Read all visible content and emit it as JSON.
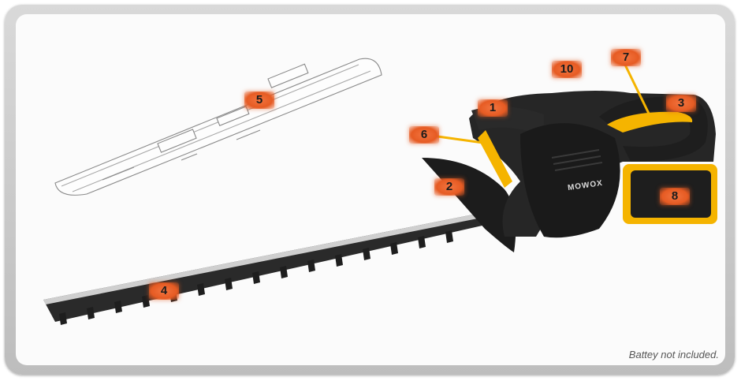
{
  "callouts": {
    "c1": "1",
    "c2": "2",
    "c3": "3",
    "c4": "4",
    "c5": "5",
    "c6": "6",
    "c7": "7",
    "c8": "8",
    "c10": "10"
  },
  "brand": "MOWOX",
  "note": "Battey not included.",
  "colors": {
    "accent": "#f5b400",
    "callout": "#e65b23",
    "body": "#222222"
  }
}
